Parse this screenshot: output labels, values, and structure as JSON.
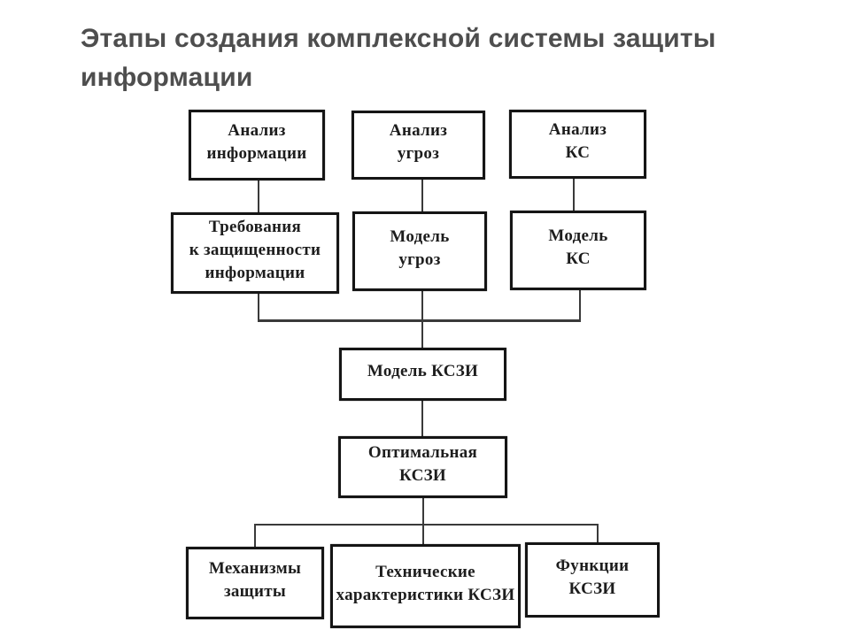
{
  "title": {
    "text": "Этапы создания комплексной системы защиты\nинформации"
  },
  "diagram": {
    "type": "flowchart",
    "nodes": {
      "analysis_information": {
        "label": "Анализ\nинформации"
      },
      "analysis_threats": {
        "label": "Анализ\nугроз"
      },
      "analysis_ks": {
        "label": "Анализ\nКС"
      },
      "security_requirements": {
        "label": "Требования\nк защищенности\nинформации"
      },
      "threat_model": {
        "label": "Модель\nугроз"
      },
      "ks_model": {
        "label": "Модель\nКС"
      },
      "kszi_model": {
        "label": "Модель КСЗИ"
      },
      "optimal_kszi": {
        "label": "Оптимальная\nКСЗИ"
      },
      "protection_mechanisms": {
        "label": "Механизмы\nзащиты"
      },
      "technical_characteristics": {
        "label": "Технические\nхарактеристики КСЗИ"
      },
      "kszi_functions": {
        "label": "Функции\nКСЗИ"
      }
    },
    "edges": [
      "analysis_information -> security_requirements",
      "analysis_threats -> threat_model",
      "analysis_ks -> ks_model",
      "security_requirements -> kszi_model",
      "threat_model -> kszi_model",
      "ks_model -> kszi_model",
      "kszi_model -> optimal_kszi",
      "optimal_kszi -> protection_mechanisms",
      "optimal_kszi -> technical_characteristics",
      "optimal_kszi -> kszi_functions"
    ],
    "colors": {
      "background": "#ffffff",
      "title_text": "#4e4e4e",
      "box_border": "#171717",
      "box_text": "#1f1f1f",
      "connector_line": "#3b3b3b"
    }
  }
}
